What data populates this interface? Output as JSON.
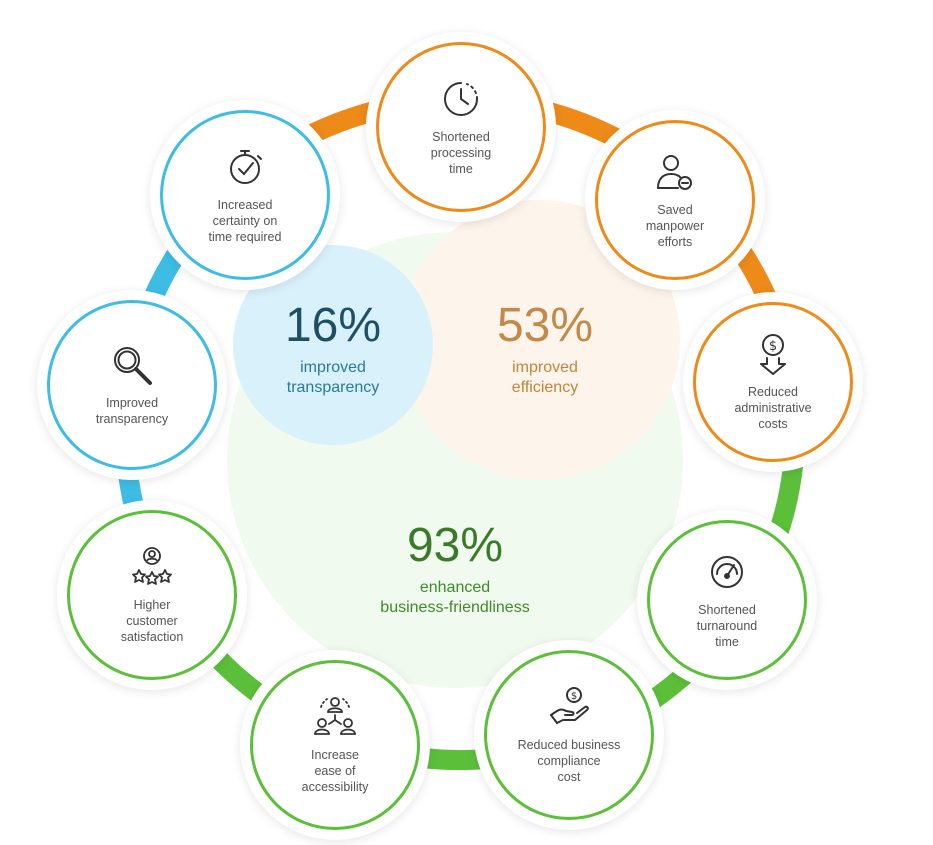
{
  "colors": {
    "orange": "#ee8a18",
    "blue": "#3dbde4",
    "green": "#5cbf3a",
    "text_blue": "#1e4f63",
    "text_orange": "#c28a4a",
    "text_green": "#3b7a2a"
  },
  "stats": {
    "transparency": {
      "value": "16%",
      "label": "improved\ntransparency"
    },
    "efficiency": {
      "value": "53%",
      "label": "improved\nefficiency"
    },
    "business": {
      "value": "93%",
      "label": "enhanced\nbusiness-friendliness"
    }
  },
  "nodes": {
    "processing": {
      "label": "Shortened\nprocessing\ntime",
      "icon": "clock-icon"
    },
    "manpower": {
      "label": "Saved\nmanpower\nefforts",
      "icon": "user-minus-icon"
    },
    "admin_costs": {
      "label": "Reduced\nadministrative\ncosts",
      "icon": "dollar-down-icon"
    },
    "turnaround": {
      "label": "Shortened\nturnaround\ntime",
      "icon": "gauge-icon"
    },
    "compliance": {
      "label": "Reduced business\ncompliance\ncost",
      "icon": "hand-dollar-icon"
    },
    "accessibility": {
      "label": "Increase\nease of\naccessibility",
      "icon": "network-people-icon"
    },
    "satisfaction": {
      "label": "Higher\ncustomer\nsatisfaction",
      "icon": "user-stars-icon"
    },
    "transparency": {
      "label": "Improved\ntransparency",
      "icon": "magnifier-icon"
    },
    "certainty": {
      "label": "Increased\ncertainty on\ntime required",
      "icon": "stopwatch-icon"
    }
  }
}
